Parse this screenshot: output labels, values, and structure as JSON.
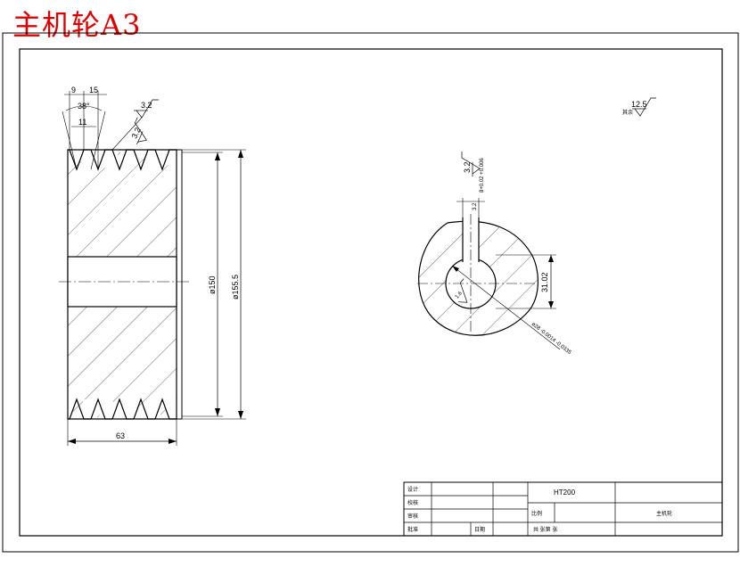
{
  "title": "主机轮A3",
  "dimensions": {
    "groove_pitch": "15",
    "groove_edge": "9",
    "groove_angle": "38°",
    "groove_top": "11",
    "roughness_groove": "3.2",
    "roughness_groove_flank": "3.2",
    "pitch_dia": "ø150",
    "outer_dia": "ø155.5",
    "width": "63",
    "roughness_rest": "12.5",
    "roughness_rest_label": "其余",
    "roughness_keyway": "3.2",
    "keyway_width_tol": "8+0.02 +0.006",
    "keyway_depth": "3.2",
    "keyway_height": "31.02",
    "bore_dia": "ø28 -0.0014 -0.0335",
    "bore_roughness": "1.6"
  },
  "title_block": {
    "row1_label": "设计",
    "row2_label": "校核",
    "row3_label": "审核",
    "row4_label": "批准",
    "row4_mid_label": "日期",
    "material": "HT200",
    "scale_label": "比例",
    "part_name": "主机轮",
    "sheet_info": "共  张第  张"
  },
  "colors": {
    "title": "#e00000",
    "lines": "#000000"
  }
}
